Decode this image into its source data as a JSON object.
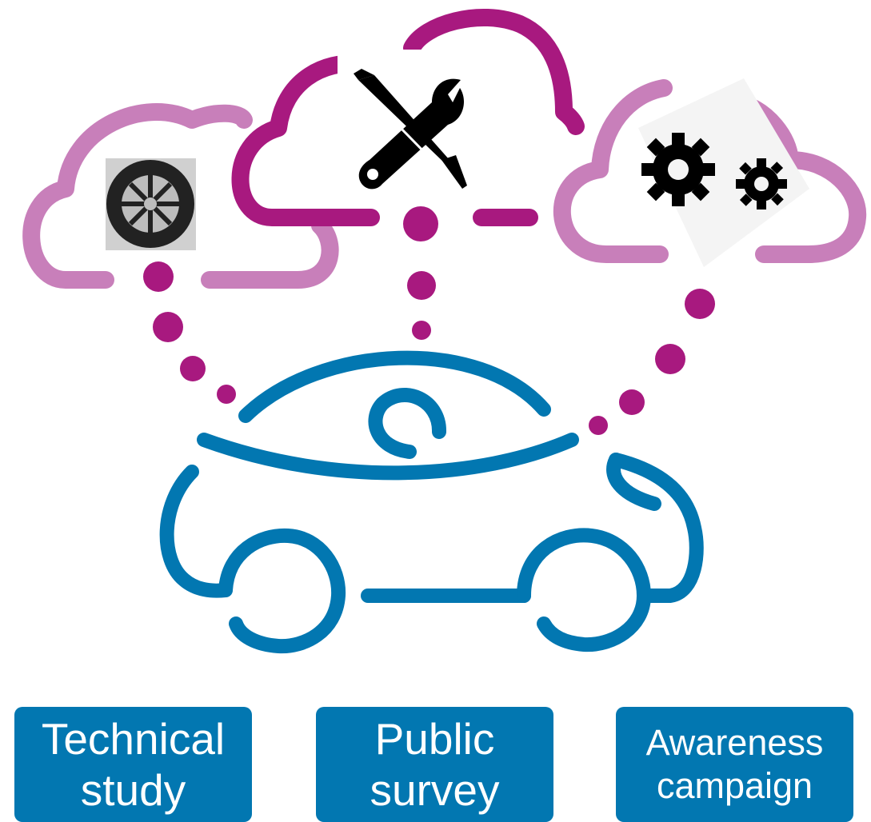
{
  "colors": {
    "cloud_light": "#c87fba",
    "cloud_dark": "#a8197f",
    "dots": "#a8197f",
    "car": "#0277b1",
    "box": "#0277b1",
    "box_text": "#ffffff",
    "icon": "#000000"
  },
  "icons": [
    "wheel-icon",
    "tools-icon",
    "gears-icon",
    "car-icon"
  ],
  "boxes": [
    {
      "line1": "Technical",
      "line2": "study"
    },
    {
      "line1": "Public",
      "line2": "survey"
    },
    {
      "line1": "Awareness",
      "line2": "campaign"
    }
  ]
}
